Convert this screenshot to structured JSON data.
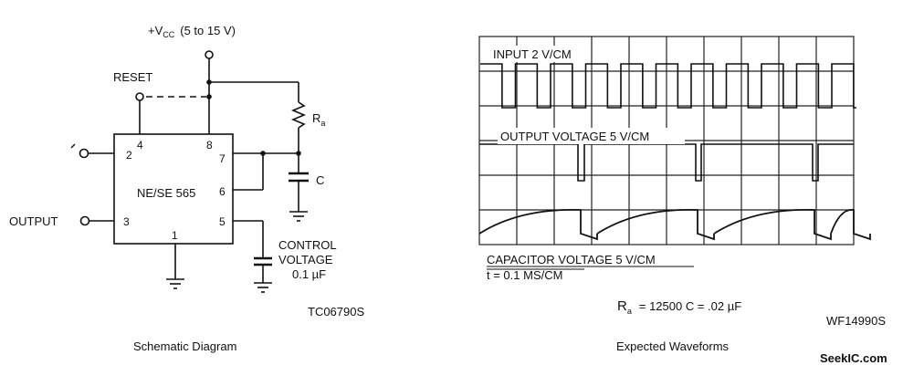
{
  "schematic": {
    "vcc_prefix": "+V",
    "vcc_sub": "CC",
    "vcc_range": "(5 to 15 V)",
    "reset_label": "RESET",
    "ic_name": "NE/SE 565",
    "pins": [
      "2",
      "4",
      "8",
      "7",
      "6",
      "3",
      "5",
      "1"
    ],
    "output_label": "OUTPUT",
    "resistor_label": "R",
    "resistor_sub": "a",
    "capacitor_label": "C",
    "control_line1": "CONTROL",
    "control_line2": "VOLTAGE",
    "control_value": "0.1 µF",
    "figure_code": "TC06790S",
    "caption": "Schematic Diagram"
  },
  "waveforms": {
    "input_label": "INPUT 2 V/CM",
    "output_label": "OUTPUT VOLTAGE 5 V/CM",
    "capacitor_label": "CAPACITOR VOLTAGE 5 V/CM",
    "time_label": "t = 0.1 MS/CM",
    "equation_R": "R",
    "equation_sub": "a",
    "equation_rest": "= 12500 C = .02 µF",
    "figure_code": "WF14990S",
    "caption": "Expected Waveforms",
    "grid": {
      "columns": 10,
      "rows": 6
    }
  },
  "watermark": "SeekIC.com"
}
